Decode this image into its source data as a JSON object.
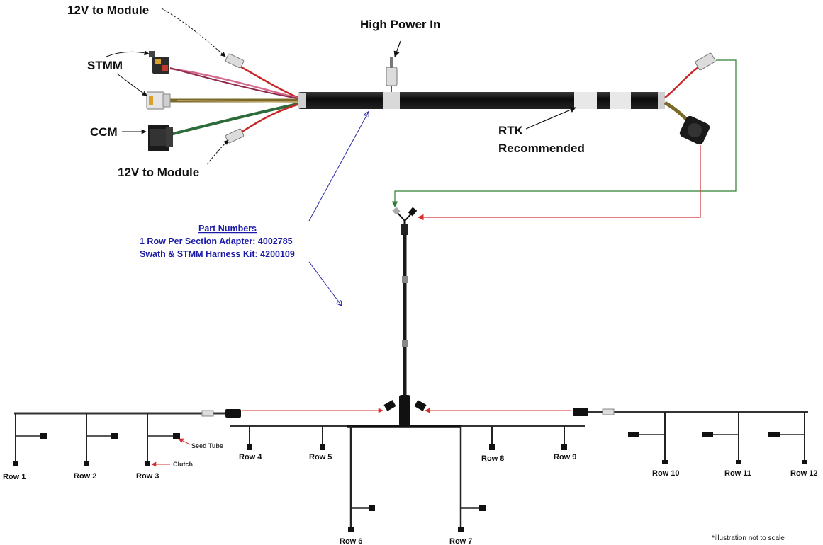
{
  "labels": {
    "module_top": "12V to Module",
    "stmm": "STMM",
    "ccm": "CCM",
    "module_bottom": "12V to Module",
    "high_power": "High Power In",
    "rtk_line1": "RTK",
    "rtk_line2": "Recommended",
    "seed_tube": "Seed Tube",
    "clutch": "Clutch",
    "note": "*illustration not to scale"
  },
  "part_numbers": {
    "heading": "Part Numbers",
    "line1": "1 Row Per Section Adapter: 4002785",
    "line2": "Swath & STMM Harness Kit: 4200109"
  },
  "rows": [
    "Row 1",
    "Row 2",
    "Row 3",
    "Row 4",
    "Row 5",
    "Row 6",
    "Row 7",
    "Row 8",
    "Row 9",
    "Row 10",
    "Row 11",
    "Row 12"
  ],
  "colors": {
    "harness": "#111111",
    "wire_red": "#c62828",
    "wire_green": "#2e7d32",
    "wire_pink": "#d46a8c",
    "wire_olive": "#7a6a2a",
    "annotation_blue": "#2a2aa8",
    "arrow_red": "#d32f2f"
  }
}
